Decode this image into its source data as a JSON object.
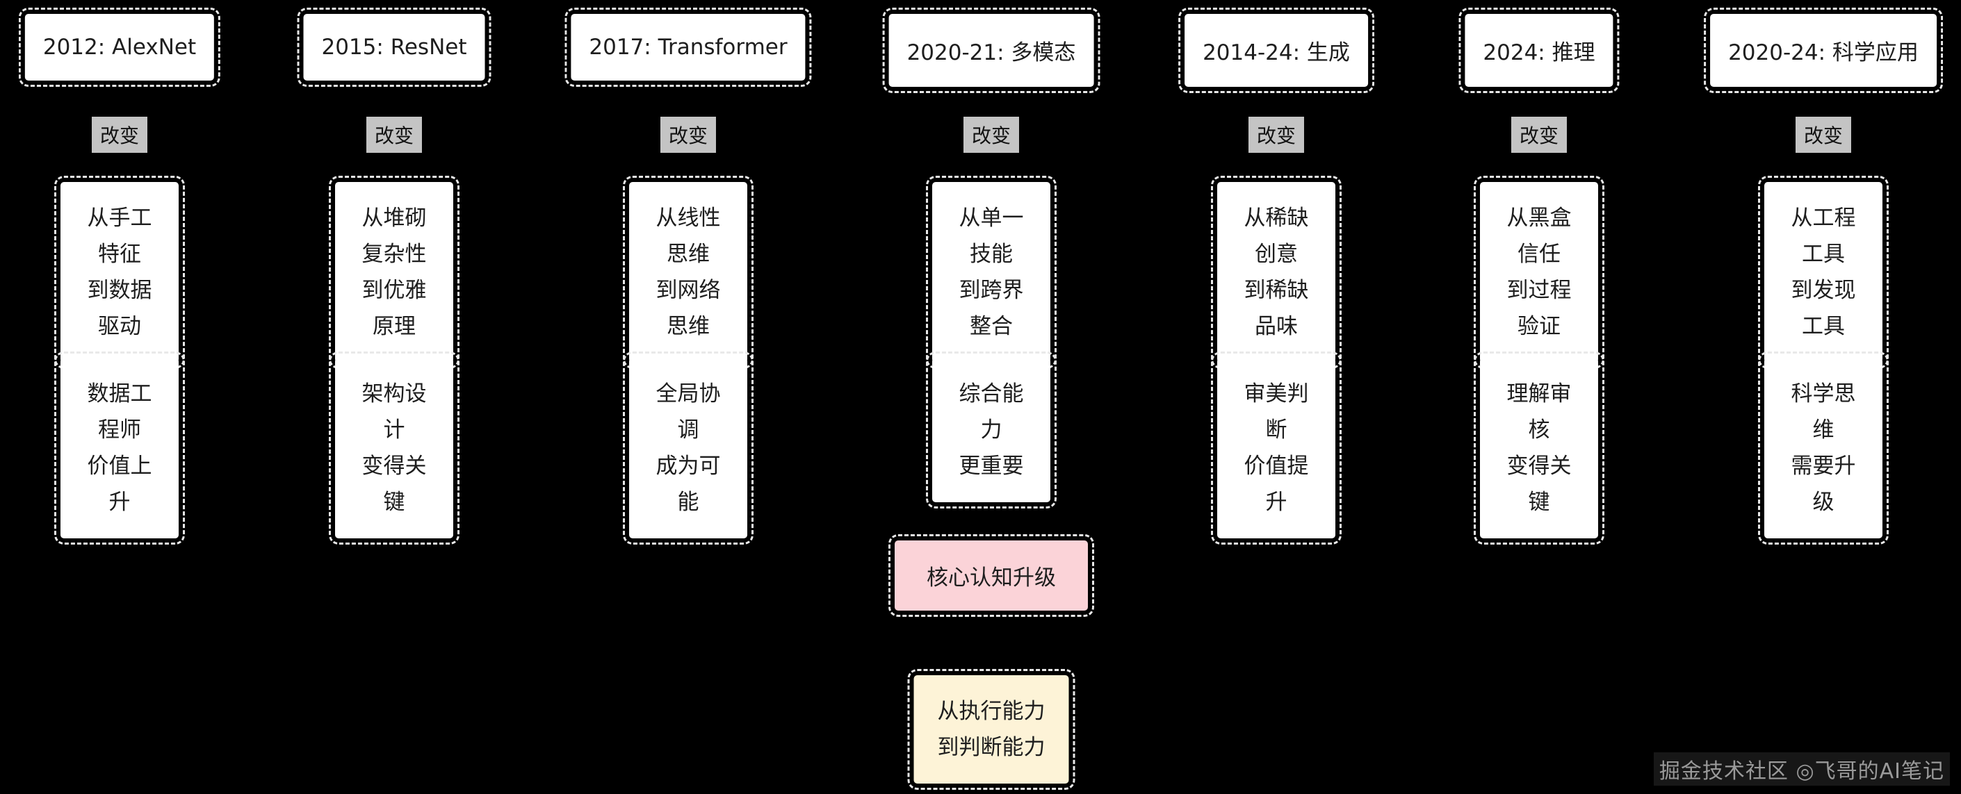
{
  "columns": [
    {
      "title": "2012: AlexNet",
      "label": "改变",
      "shift": "从手工特征\n到数据驱动",
      "impact": "数据工程师\n价值上升"
    },
    {
      "title": "2015: ResNet",
      "label": "改变",
      "shift": "从堆砌复杂性\n到优雅原理",
      "impact": "架构设计\n变得关键"
    },
    {
      "title": "2017: Transformer",
      "label": "改变",
      "shift": "从线性思维\n到网络思维",
      "impact": "全局协调\n成为可能"
    },
    {
      "title": "2020-21: 多模态",
      "label": "改变",
      "shift": "从单一技能\n到跨界整合",
      "impact": "综合能力\n更重要"
    },
    {
      "title": "2014-24: 生成",
      "label": "改变",
      "shift": "从稀缺创意\n到稀缺品味",
      "impact": "审美判断\n价值提升"
    },
    {
      "title": "2024: 推理",
      "label": "改变",
      "shift": "从黑盒信任\n到过程验证",
      "impact": "理解审核\n变得关键"
    },
    {
      "title": "2020-24: 科学应用",
      "label": "改变",
      "shift": "从工程工具\n到发现工具",
      "impact": "科学思维\n需要升级"
    }
  ],
  "summary": {
    "core": "核心认知升级",
    "conclusion": "从执行能力\n到判断能力"
  },
  "watermark": "掘金技术社区 ◎飞哥的AI笔记",
  "colors": {
    "background": "#000000",
    "box_fill": "#ffffff",
    "label_fill": "#c4c4c4",
    "core_fill": "#fbd3d8",
    "conclusion_fill": "#fdf3d7",
    "text": "#1e1e1e"
  }
}
